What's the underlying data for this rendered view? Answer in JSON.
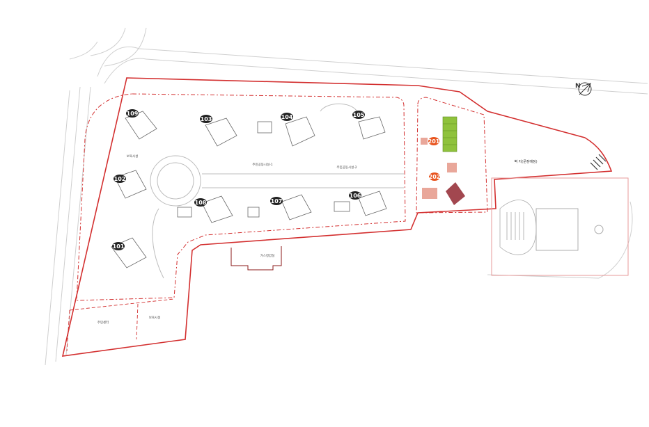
{
  "site": {
    "buildings": [
      {
        "id": "b109",
        "label": "109"
      },
      {
        "id": "b103",
        "label": "103"
      },
      {
        "id": "b104",
        "label": "104"
      },
      {
        "id": "b105",
        "label": "105"
      },
      {
        "id": "b102",
        "label": "102"
      },
      {
        "id": "b108",
        "label": "108"
      },
      {
        "id": "b107",
        "label": "107"
      },
      {
        "id": "b106",
        "label": "106"
      },
      {
        "id": "b101",
        "label": "101"
      },
      {
        "id": "b201",
        "label": "201"
      },
      {
        "id": "b202",
        "label": "202"
      }
    ],
    "areas": {
      "park": "벽 지(문정예정)",
      "community1": "주민공동시설-1",
      "community2": "주민공동시설-2",
      "gas": "가스정압실",
      "welfare": "보육시설",
      "resident_center": "주민센터",
      "welfare2": "보육시설"
    },
    "colors": {
      "boundary": "#d32f2f",
      "buildingBadge": "#222222",
      "accentBadge": "#e8541e",
      "green": "#8fc23c",
      "pink": "#e9a79a",
      "maroon": "#a2474f"
    },
    "compass": "north-arrow-icon"
  }
}
